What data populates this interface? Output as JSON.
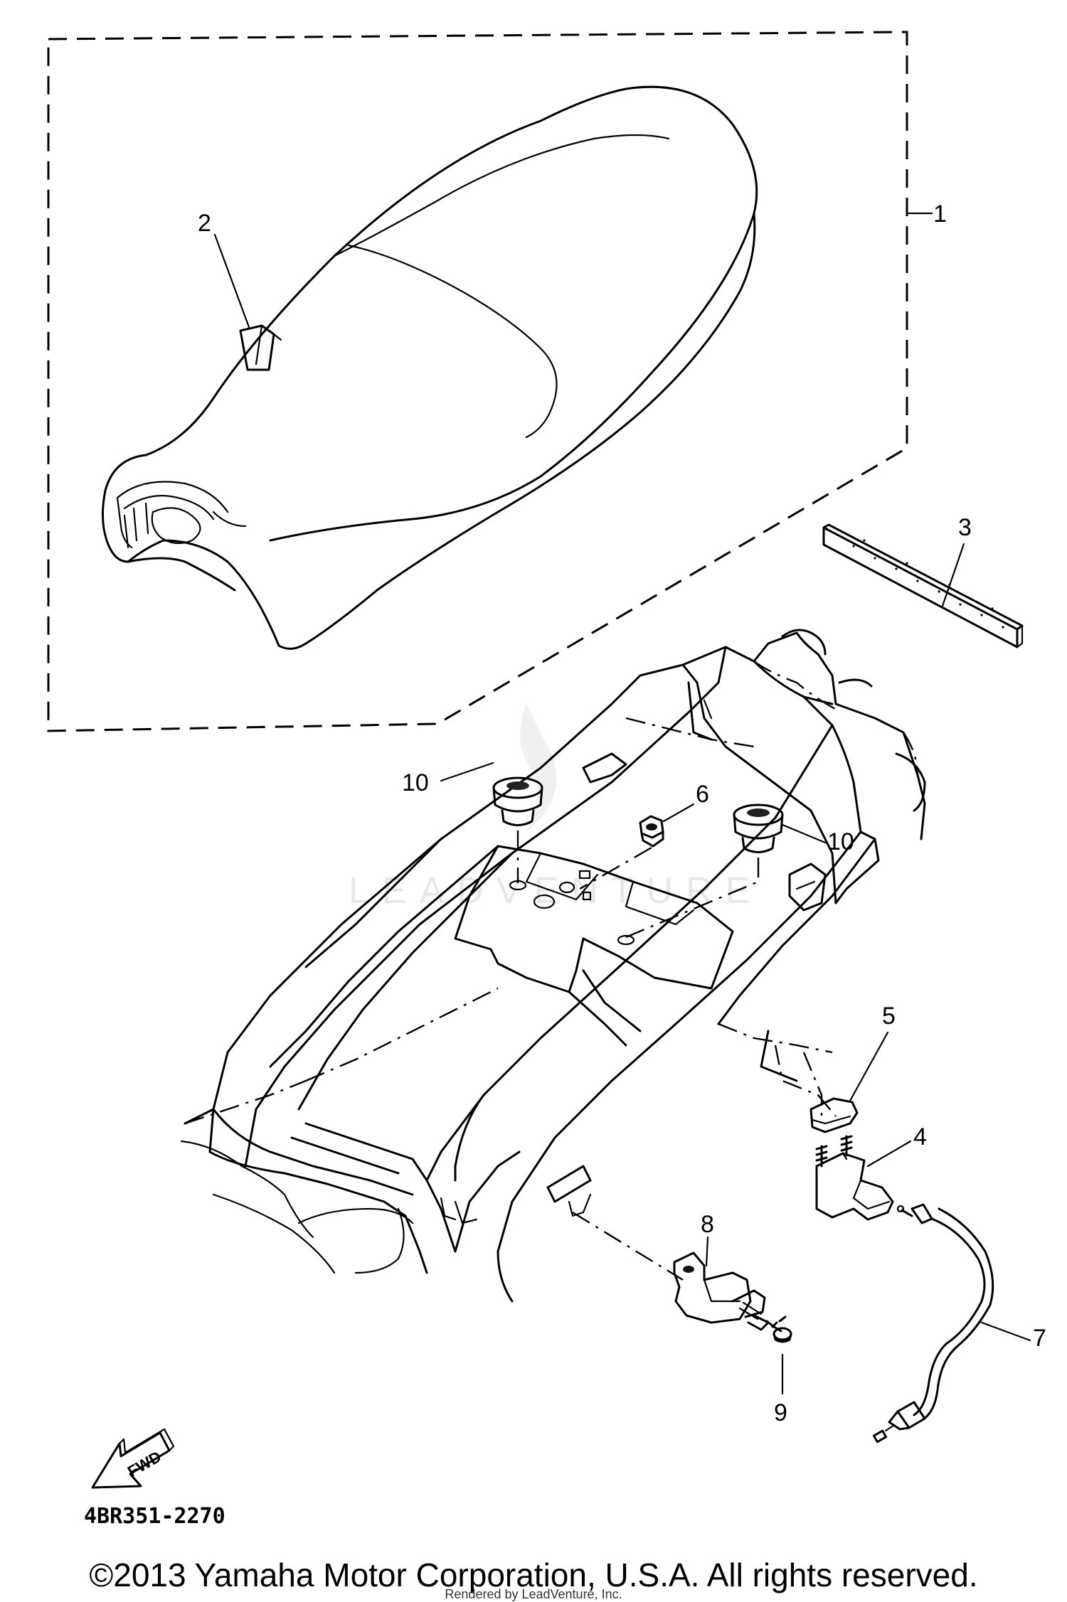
{
  "diagram": {
    "callouts": {
      "c1": "1",
      "c2": "2",
      "c3": "3",
      "c4": "4",
      "c5": "5",
      "c6": "6",
      "c7": "7",
      "c8": "8",
      "c9": "9",
      "c10a": "10",
      "c10b": "10"
    },
    "fwd_label": "FWD",
    "diagram_code": "4BR351-2270",
    "watermark": "LEADVENTURE"
  },
  "footer": {
    "copyright": "©2013 Yamaha Motor Corporation, U.S.A. All rights reserved.",
    "rendered_by": "Rendered by LeadVenture, Inc."
  }
}
